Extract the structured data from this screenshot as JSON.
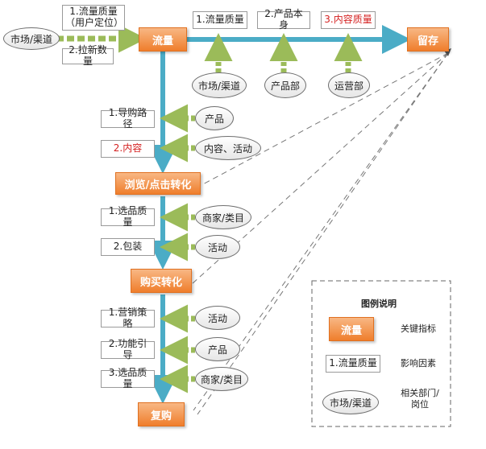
{
  "nodes": {
    "source": "市场/渠道",
    "traffic": "流量",
    "retention": "留存",
    "browse": "浏览/点击转化",
    "purchase": "购买转化",
    "repurchase": "复购"
  },
  "left_labels": {
    "quality_line1": "1.流量质量",
    "quality_line2": "（用户定位）",
    "new_users": "2.拉新数量"
  },
  "top_factors": [
    "1.流量质量",
    "2.产品本身",
    "3.内容质量"
  ],
  "top_depts": [
    "市场/渠道",
    "产品部",
    "运营部"
  ],
  "browse_factors": [
    "1.导购路径",
    "2.内容"
  ],
  "browse_depts": [
    "产品",
    "内容、活动"
  ],
  "purchase_factors": [
    "1.选品质量",
    "2.包装"
  ],
  "purchase_depts": [
    "商家/类目",
    "活动"
  ],
  "repurchase_factors": [
    "1.营销策略",
    "2.功能引导",
    "3.选品质量"
  ],
  "repurchase_depts": [
    "活动",
    "产品",
    "商家/类目"
  ],
  "legend": {
    "title": "图例说明",
    "kpi_sample": "流量",
    "kpi_desc": "关键指标",
    "factor_sample": "1.流量质量",
    "factor_desc": "影响因素",
    "dept_sample": "市场/渠道",
    "dept_desc_line1": "相关部门/",
    "dept_desc_line2": "岗位"
  },
  "colors": {
    "kpi_orange": "#ef7e2c",
    "main_arrow_blue": "#4bacc6",
    "feed_arrow_green": "#9bbb59",
    "highlight_red": "#d42020"
  }
}
